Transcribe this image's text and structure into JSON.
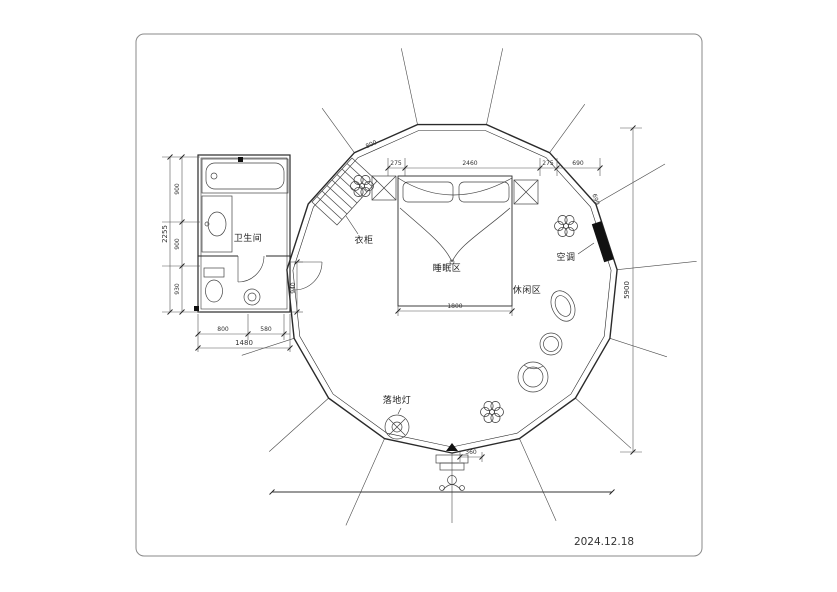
{
  "drawing": {
    "date": "2024.12.18"
  },
  "labels": {
    "bathroom": "卫生间",
    "wardrobe": "衣柜",
    "sleeping_area": "睡眠区",
    "leisure_area": "休闲区",
    "air_conditioner": "空调",
    "floor_lamp": "落地灯"
  },
  "dims": {
    "left_total": "2255",
    "left_seg1": "900",
    "left_seg2": "900",
    "left_seg3": "930",
    "bottom_seg1": "800",
    "bottom_seg2": "580",
    "bottom_total": "1480",
    "bath_right": "940",
    "right_total": "5900",
    "bed_width": "1800",
    "top_slant": "800",
    "top_seg1": "275",
    "top_seg2": "2460",
    "top_seg3": "275",
    "top_seg4": "690",
    "right_slant": "690",
    "entry_width": "360"
  }
}
